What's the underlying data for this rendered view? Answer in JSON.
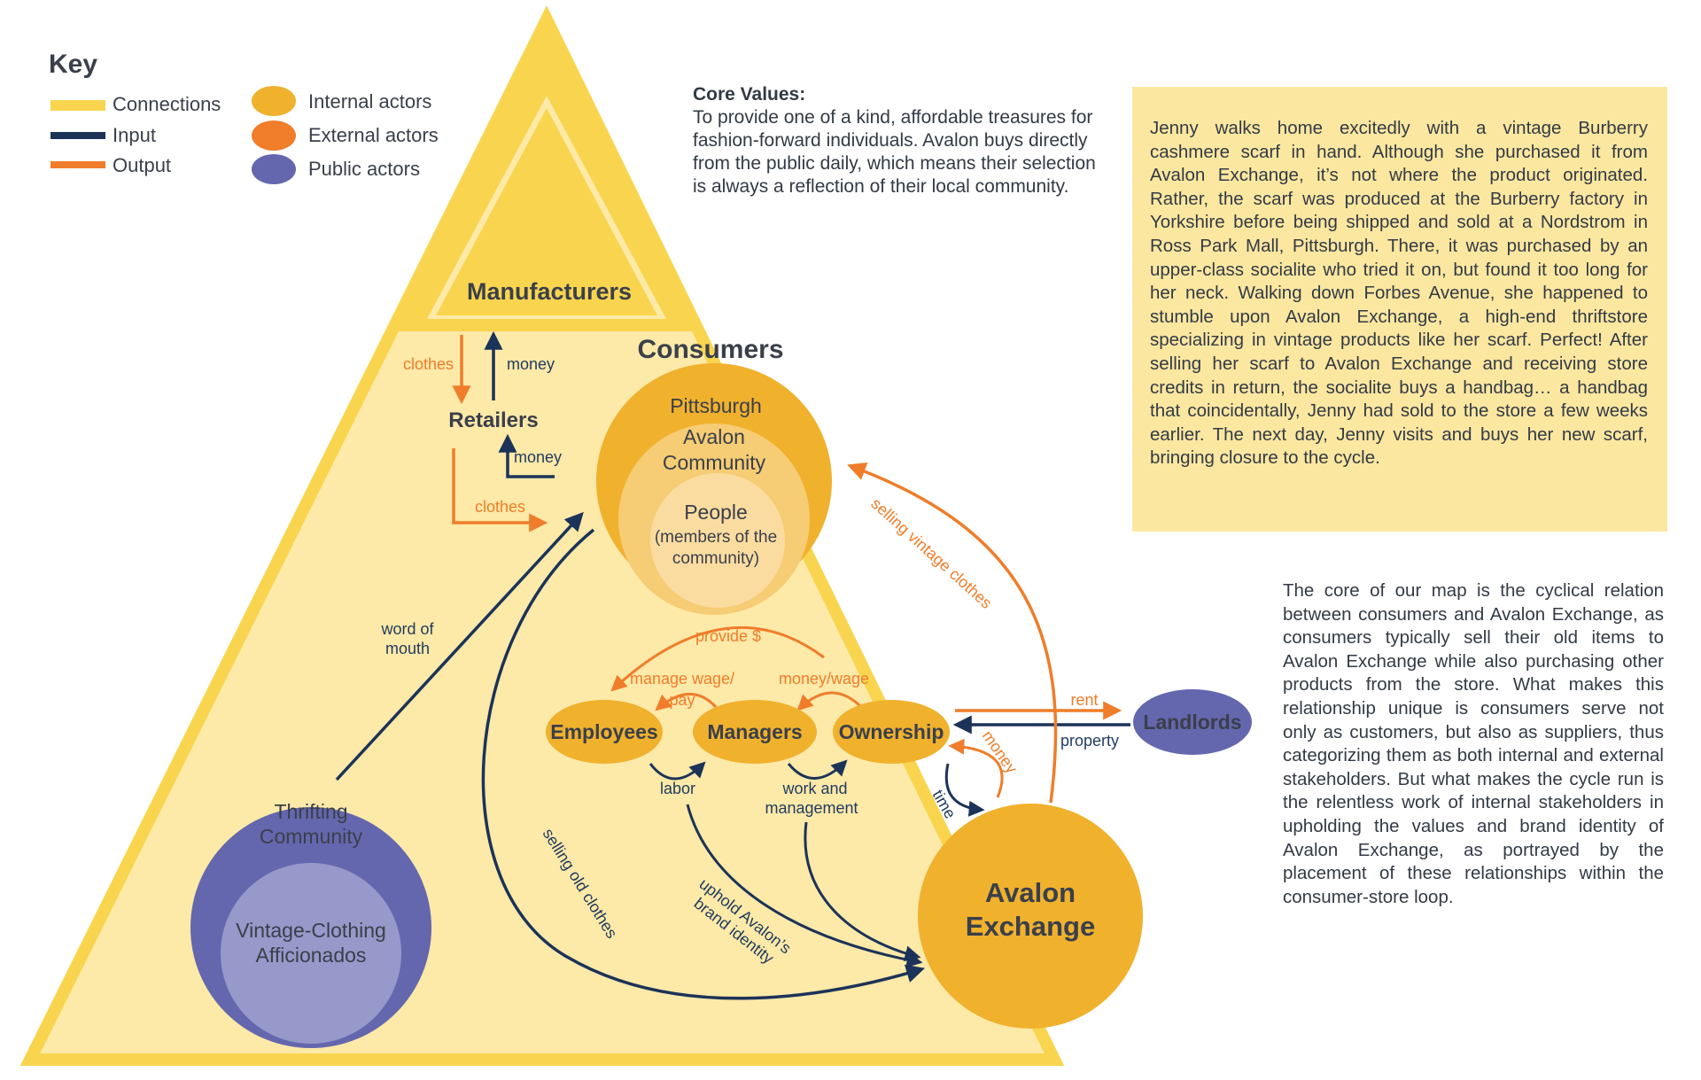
{
  "key": {
    "title": "Key",
    "connections": "Connections",
    "input": "Input",
    "output": "Output",
    "internal": "Internal actors",
    "external": "External actors",
    "public": "Public actors"
  },
  "colors": {
    "connections": "#f9d54f",
    "input": "#1b3358",
    "output": "#ef7d2a",
    "internal": "#f0b12d",
    "external": "#ef7d2a",
    "public": "#6467ae",
    "triangle_fill": "#fde9a8",
    "triangle_edge": "#f9d54f"
  },
  "nodes": {
    "manufacturers": "Manufacturers",
    "retailers": "Retailers",
    "consumers": "Consumers",
    "pittsburgh": "Pittsburgh",
    "avalon_community_1": "Avalon",
    "avalon_community_2": "Community",
    "people": "People",
    "people_sub_1": "(members of the",
    "people_sub_2": "community)",
    "employees": "Employees",
    "managers": "Managers",
    "ownership": "Ownership",
    "landlords": "Landlords",
    "avalon_exchange_1": "Avalon",
    "avalon_exchange_2": "Exchange",
    "thrifting_1": "Thrifting",
    "thrifting_2": "Community",
    "vintage_1": "Vintage-Clothing",
    "vintage_2": "Afficionados"
  },
  "edges": {
    "clothes_1": "clothes",
    "money_1": "money",
    "money_2": "money",
    "clothes_2": "clothes",
    "word_of_mouth_1": "word of",
    "word_of_mouth_2": "mouth",
    "provide": "provide $",
    "manage_wage_1": "manage wage/",
    "manage_wage_2": "pay",
    "money_wage": "money/wage",
    "rent": "rent",
    "property": "property",
    "money_3": "money",
    "time": "time",
    "labor": "labor",
    "work_mgmt_1": "work and",
    "work_mgmt_2": "management",
    "selling_vintage": "selling vintage clothes",
    "selling_old": "selling old clothes",
    "uphold_1": "uphold Avalon’s",
    "uphold_2": "brand identity"
  },
  "core_values": {
    "heading": "Core Values:",
    "body": "To provide one of a kind, affordable treasures for fashion-forward individuals. Avalon buys directly from the public daily, which means their selection is always a reflection of their local community."
  },
  "story": "Jenny walks home excitedly with a vintage Burberry cashmere scarf in hand. Although she purchased it from Avalon Exchange, it’s not where the product originated. Rather, the scarf was produced at the Burberry factory in Yorkshire before being shipped and sold at a Nordstrom in Ross Park Mall, Pittsburgh. There, it was purchased by an upper-class socialite who tried it on, but found it too long for her neck. Walking down Forbes Avenue, she happened to stumble upon Avalon Exchange, a high-end thriftstore specializing in vintage products like her scarf. Perfect! After selling her scarf to Avalon Exchange and receiving store credits in return, the socialite buys a handbag… a handbag that coincidentally, Jenny had sold to the store a few weeks earlier. The next day, Jenny visits and buys her new scarf, bringing closure to the cycle.",
  "core_text": "The core of our map is the cyclical relation between consumers and Avalon Exchange, as consumers typically sell their old items to Avalon Exchange while also purchasing other products from the store. What makes this relationship unique is consumers serve not only as customers, but also as suppliers, thus categorizing them as both internal and external stakeholders. But what makes the cycle run is the relentless work of internal stakeholders in upholding the values and brand identity of Avalon Exchange, as portrayed by the placement of these relationships within the consumer-store loop."
}
